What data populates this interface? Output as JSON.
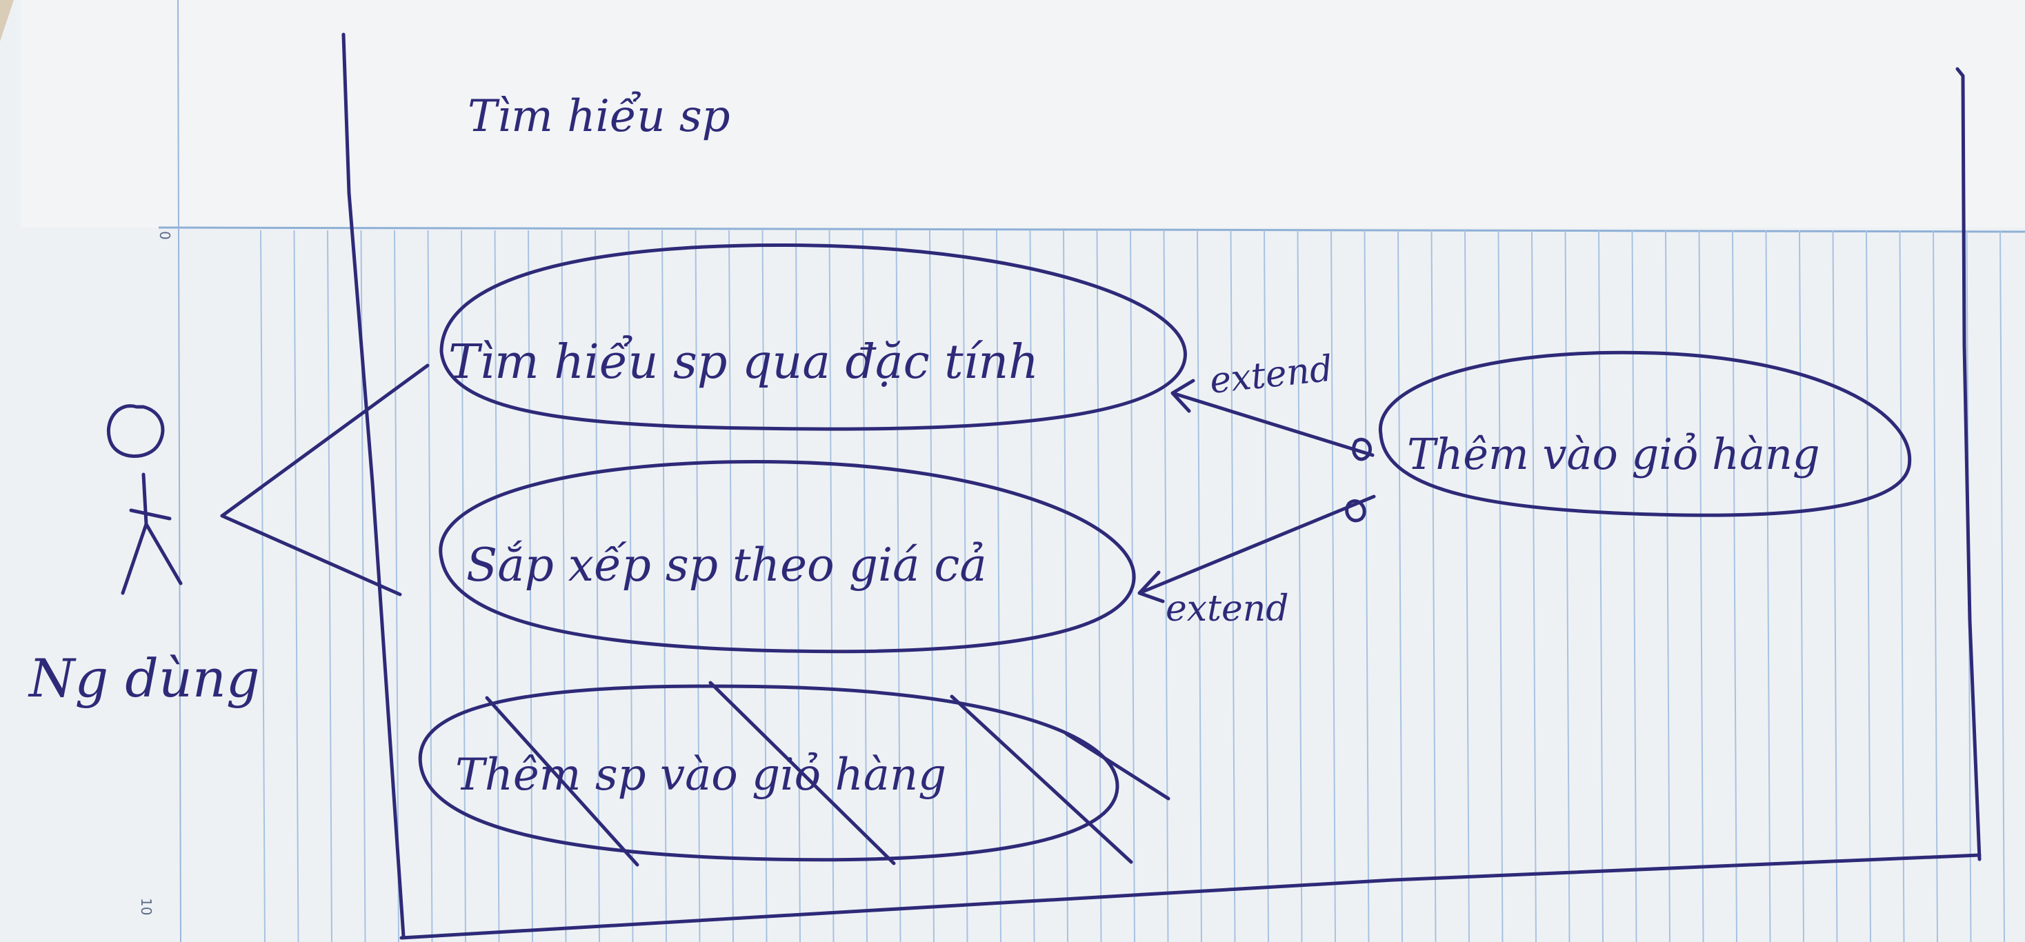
{
  "paper": {
    "ruler_mark_top": "0",
    "ruler_mark_bottom": "10"
  },
  "diagram": {
    "system_title": "Tìm hiểu sp",
    "actor": {
      "label": "Ng dùng"
    },
    "use_cases": [
      {
        "label": "Tìm hiểu sp qua đặc tính",
        "crossed_out": false
      },
      {
        "label": "Sắp xếp sp theo giá cả",
        "crossed_out": false
      },
      {
        "label": "Thêm sp vào giỏ hàng",
        "crossed_out": true
      },
      {
        "label": "Thêm vào giỏ hàng",
        "crossed_out": false
      }
    ],
    "relations": [
      {
        "from": "Thêm vào giỏ hàng",
        "to": "Tìm hiểu sp qua đặc tính",
        "label": "extend"
      },
      {
        "from": "Thêm vào giỏ hàng",
        "to": "Sắp xếp sp theo giá cả",
        "label": "extend"
      }
    ],
    "ink_color": "#2e2a78",
    "grid_color": "#8fb0d6",
    "paper_color": "#eef1f4"
  }
}
